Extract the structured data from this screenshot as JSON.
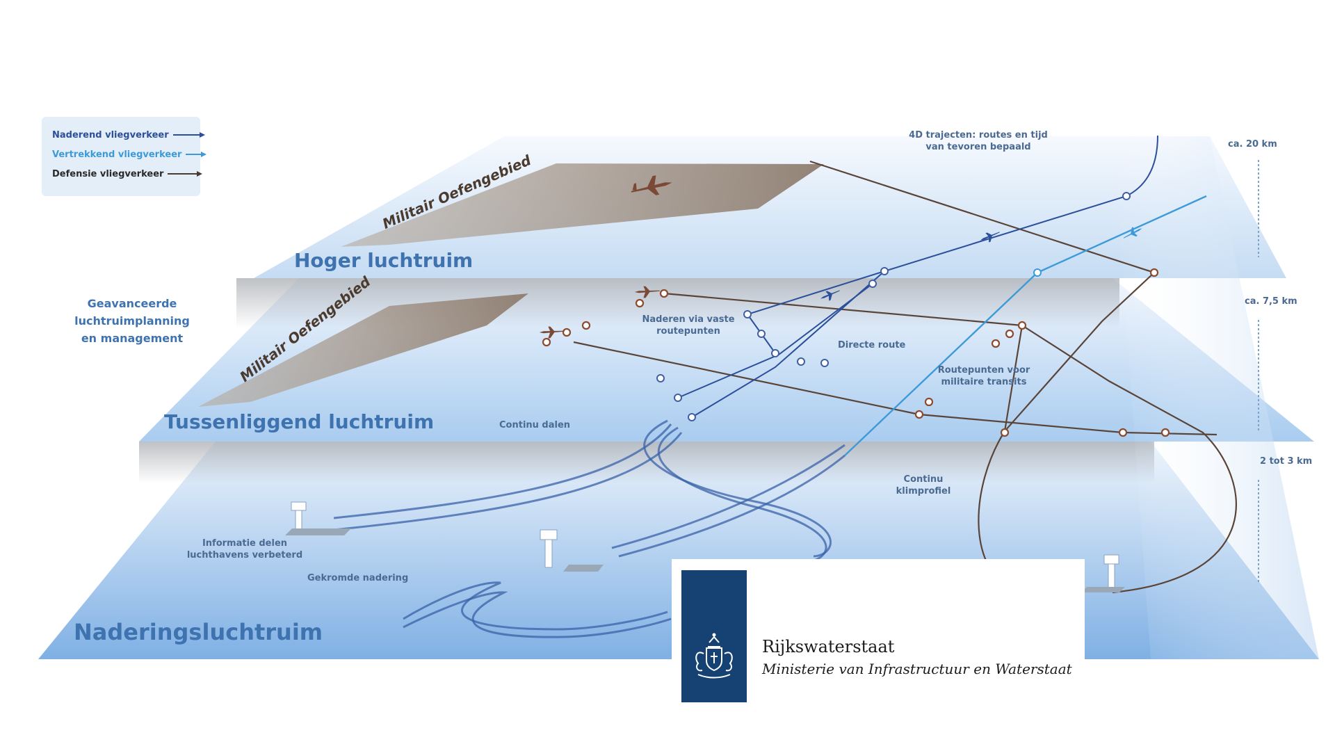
{
  "legend": {
    "items": [
      {
        "label": "Naderend vliegverkeer",
        "color": "#2b4f9a"
      },
      {
        "label": "Vertrekkend vliegverkeer",
        "color": "#3d9ad8"
      },
      {
        "label": "Defensie vliegverkeer",
        "color": "#4a3a30"
      }
    ]
  },
  "layers": {
    "upper": "Hoger luchtruim",
    "middle": "Tussenliggend luchtruim",
    "lower": "Naderingsluchtruim"
  },
  "side_label": {
    "lines": [
      "Geavanceerde",
      "luchtruimplanning",
      "en management"
    ]
  },
  "military_zone": "Militair Oefengebied",
  "altitudes": [
    "ca. 20 km",
    "ca. 7,5 km",
    "2 tot 3 km"
  ],
  "annotations": {
    "trajectories_4d": [
      "4D trajecten: routes en tijd",
      "van tevoren bepaald"
    ],
    "fixed_waypoints": [
      "Naderen via vaste",
      "routepunten"
    ],
    "direct_route": "Directe route",
    "military_transits": [
      "Routepunten voor",
      "militaire transits"
    ],
    "continuous_descent": "Continu dalen",
    "continuous_climb": [
      "Continu",
      "klimprofiel"
    ],
    "airport_info": [
      "Informatie delen",
      "luchthavens verbeterd"
    ],
    "curved_approach": "Gekromde nadering"
  },
  "logo": {
    "organization": "Rijkswaterstaat",
    "ministry": "Ministerie van Infrastructuur en Waterstaat"
  },
  "colors": {
    "arrival": "#2b4f9a",
    "departure": "#3d9ad8",
    "defense": "#4a3a30",
    "layer_title": "#3f73b0",
    "logo_blue": "#154273"
  }
}
